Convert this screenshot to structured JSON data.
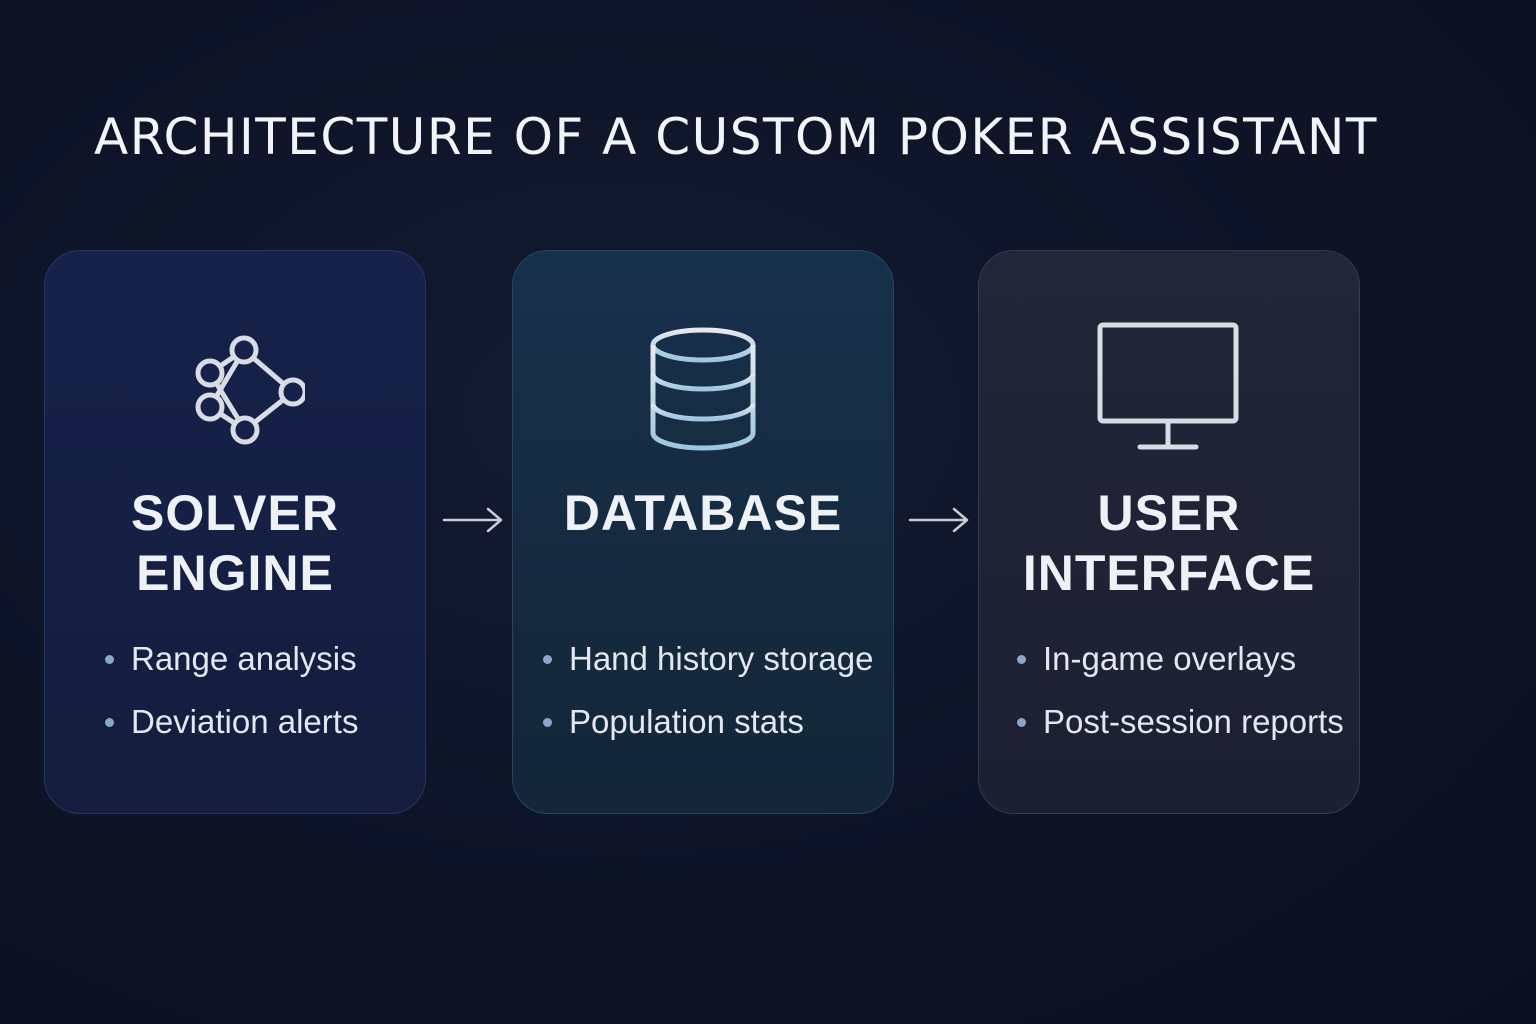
{
  "title": "ARCHITECTURE OF A CUSTOM POKER ASSISTANT",
  "cards": [
    {
      "icon": "network-graph-icon",
      "title_lines": [
        "SOLVER",
        "ENGINE"
      ],
      "bullets": [
        "Range analysis",
        "Deviation alerts"
      ]
    },
    {
      "icon": "database-icon",
      "title_lines": [
        "DATABASE"
      ],
      "bullets": [
        "Hand history storage",
        "Population stats"
      ]
    },
    {
      "icon": "monitor-icon",
      "title_lines": [
        "USER",
        "INTERFACE"
      ],
      "bullets": [
        "In-game overlays",
        "Post-session reports"
      ]
    }
  ],
  "colors": {
    "background": "#0f1528",
    "solver_card": "#16224a",
    "database_card": "#17304a",
    "ui_card": "#222638",
    "bullet_dot": "#8ea6c6",
    "icon_stroke": "#d8dce4",
    "database_icon_accent": "#a9cce6"
  }
}
